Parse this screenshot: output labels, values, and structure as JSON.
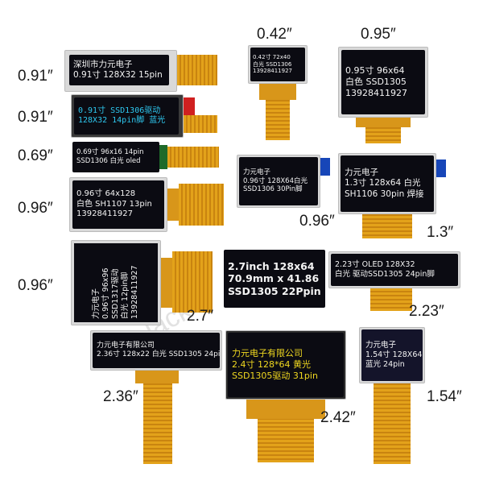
{
  "size_labels": {
    "s091a": "0.91″",
    "s091b": "0.91″",
    "s069": "0.69″",
    "s096a": "0.96″",
    "s096b": "0.96″",
    "s042": "0.42″",
    "s095": "0.95″",
    "s096c": "0.96″",
    "s13": "1.3″",
    "s27": "2.7″",
    "s223": "2.23″",
    "s236": "2.36″",
    "s242": "2.42″",
    "s154": "1.54″"
  },
  "modules": {
    "m091a": [
      "深圳市力元电子",
      "0.91寸 128X32 15pin"
    ],
    "m091b": [
      "0.91寸 SSD1306驱动",
      "128X32 14pin脚 蓝光"
    ],
    "m069": [
      "0.69寸 96x16 14pin",
      "SSD1306 白光 oled"
    ],
    "m096a": [
      "0.96寸 64x128",
      "白色 SH1107 13pin",
      "13928411927"
    ],
    "m096b": [
      "力元电子",
      "0.96寸 96x96",
      "SSD1317驱动",
      "白光 12pin脚",
      "13928411927"
    ],
    "m042": [
      "0.42寸 72x40",
      "白光 SSD1306",
      "13928411927"
    ],
    "m095": [
      "0.95寸 96x64",
      "白色 SSD1305",
      "13928411927"
    ],
    "m096c": [
      "力元电子",
      "0.96寸 128X64白光",
      "SSD1306 30Pin脚"
    ],
    "m13": [
      "力元电子",
      "1.3寸 128x64 白光",
      "SH1106 30pin 焊接"
    ],
    "m27": [
      "2.7inch 128x64",
      "70.9mm x 41.86",
      "SSD1305 22Ppin"
    ],
    "m223": [
      "2.23寸 OLED 128X32",
      "白光 驱动SSD1305 24pin脚"
    ],
    "m236": [
      "力元电子有限公司",
      "2.36寸 128x22 白光 SSD1305 24pin"
    ],
    "m242": [
      "力元电子有限公司",
      "2.4寸 128*64 黄光",
      "SSD1305驱动 31pin"
    ],
    "m154": [
      "力元电子",
      "1.54寸 128X64",
      "蓝光 24pin"
    ]
  },
  "watermark": "Jack",
  "colors": {
    "screen": "#0b0b12",
    "ribbon": "#e3a21a",
    "tab_blue": "#1746b8",
    "text_yellow": "#f0d820",
    "text_cyan": "#2ec8f0"
  }
}
